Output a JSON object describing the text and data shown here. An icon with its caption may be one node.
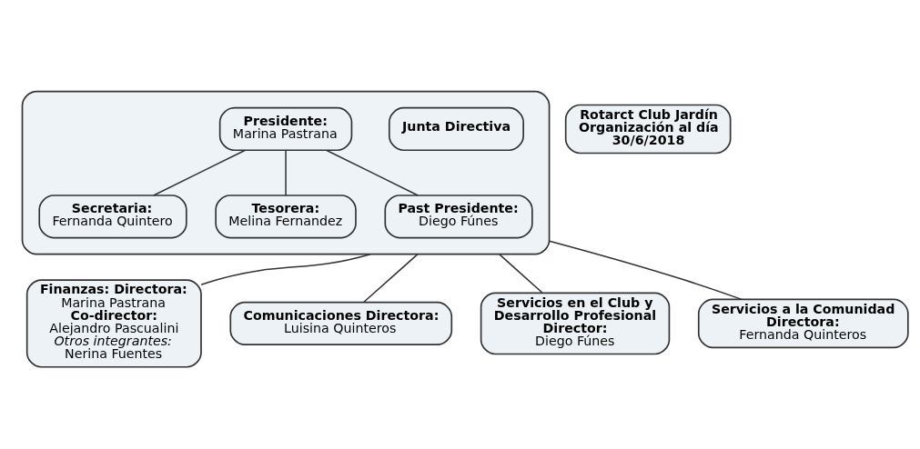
{
  "diagram": {
    "nodes": [
      {
        "text": [],
        "shape": "box"
      },
      {
        "text": [
          "Junta Directiva"
        ],
        "in": 0
      },
      {
        "text": [
          "Presidente:",
          "Marina Pastrana"
        ],
        "in": 0
      },
      {
        "text": [
          "Secretaria:",
          "Fernanda Quintero"
        ],
        "in": 0
      },
      {
        "text": [
          "Tesorera:",
          "Melina Fernandez"
        ],
        "in": 0
      },
      {
        "text": [
          "Past Presidente:",
          "Diego Fúnes"
        ],
        "in": 0
      },
      {
        "text": [
          "Rotarct Club Jardín Organización al día 30/6/2018"
        ]
      },
      {
        "text": [
          "Finanzas: Directora:",
          "Marina Pastrana",
          "Co-director:",
          "Alejandro Pascualini",
          "Otros integrantes:",
          "Nerina Fuentes"
        ]
      },
      {
        "text": [
          "Comunicaciones Directora:",
          "Luisina Quinteros"
        ]
      },
      {
        "text": [
          "Servicios en el Club y Desarrollo Profesional Director:",
          "Diego Fúnes"
        ]
      },
      {
        "text": [
          "Servicios a la Comunidad Directora:",
          "Fernanda Quinteros"
        ]
      }
    ],
    "edges": [
      {
        "from": 2,
        "to": 3,
        "arrow": "none"
      },
      {
        "from": 2,
        "to": 4,
        "arrow": "none"
      },
      {
        "from": 2,
        "to": 5,
        "arrow": "none"
      },
      {
        "from": 0,
        "to": 7,
        "arrow": "none"
      },
      {
        "from": 0,
        "to": 8,
        "arrow": "none"
      },
      {
        "from": 0,
        "to": 9,
        "arrow": "none"
      },
      {
        "from": 0,
        "to": 10,
        "arrow": "none"
      }
    ]
  }
}
